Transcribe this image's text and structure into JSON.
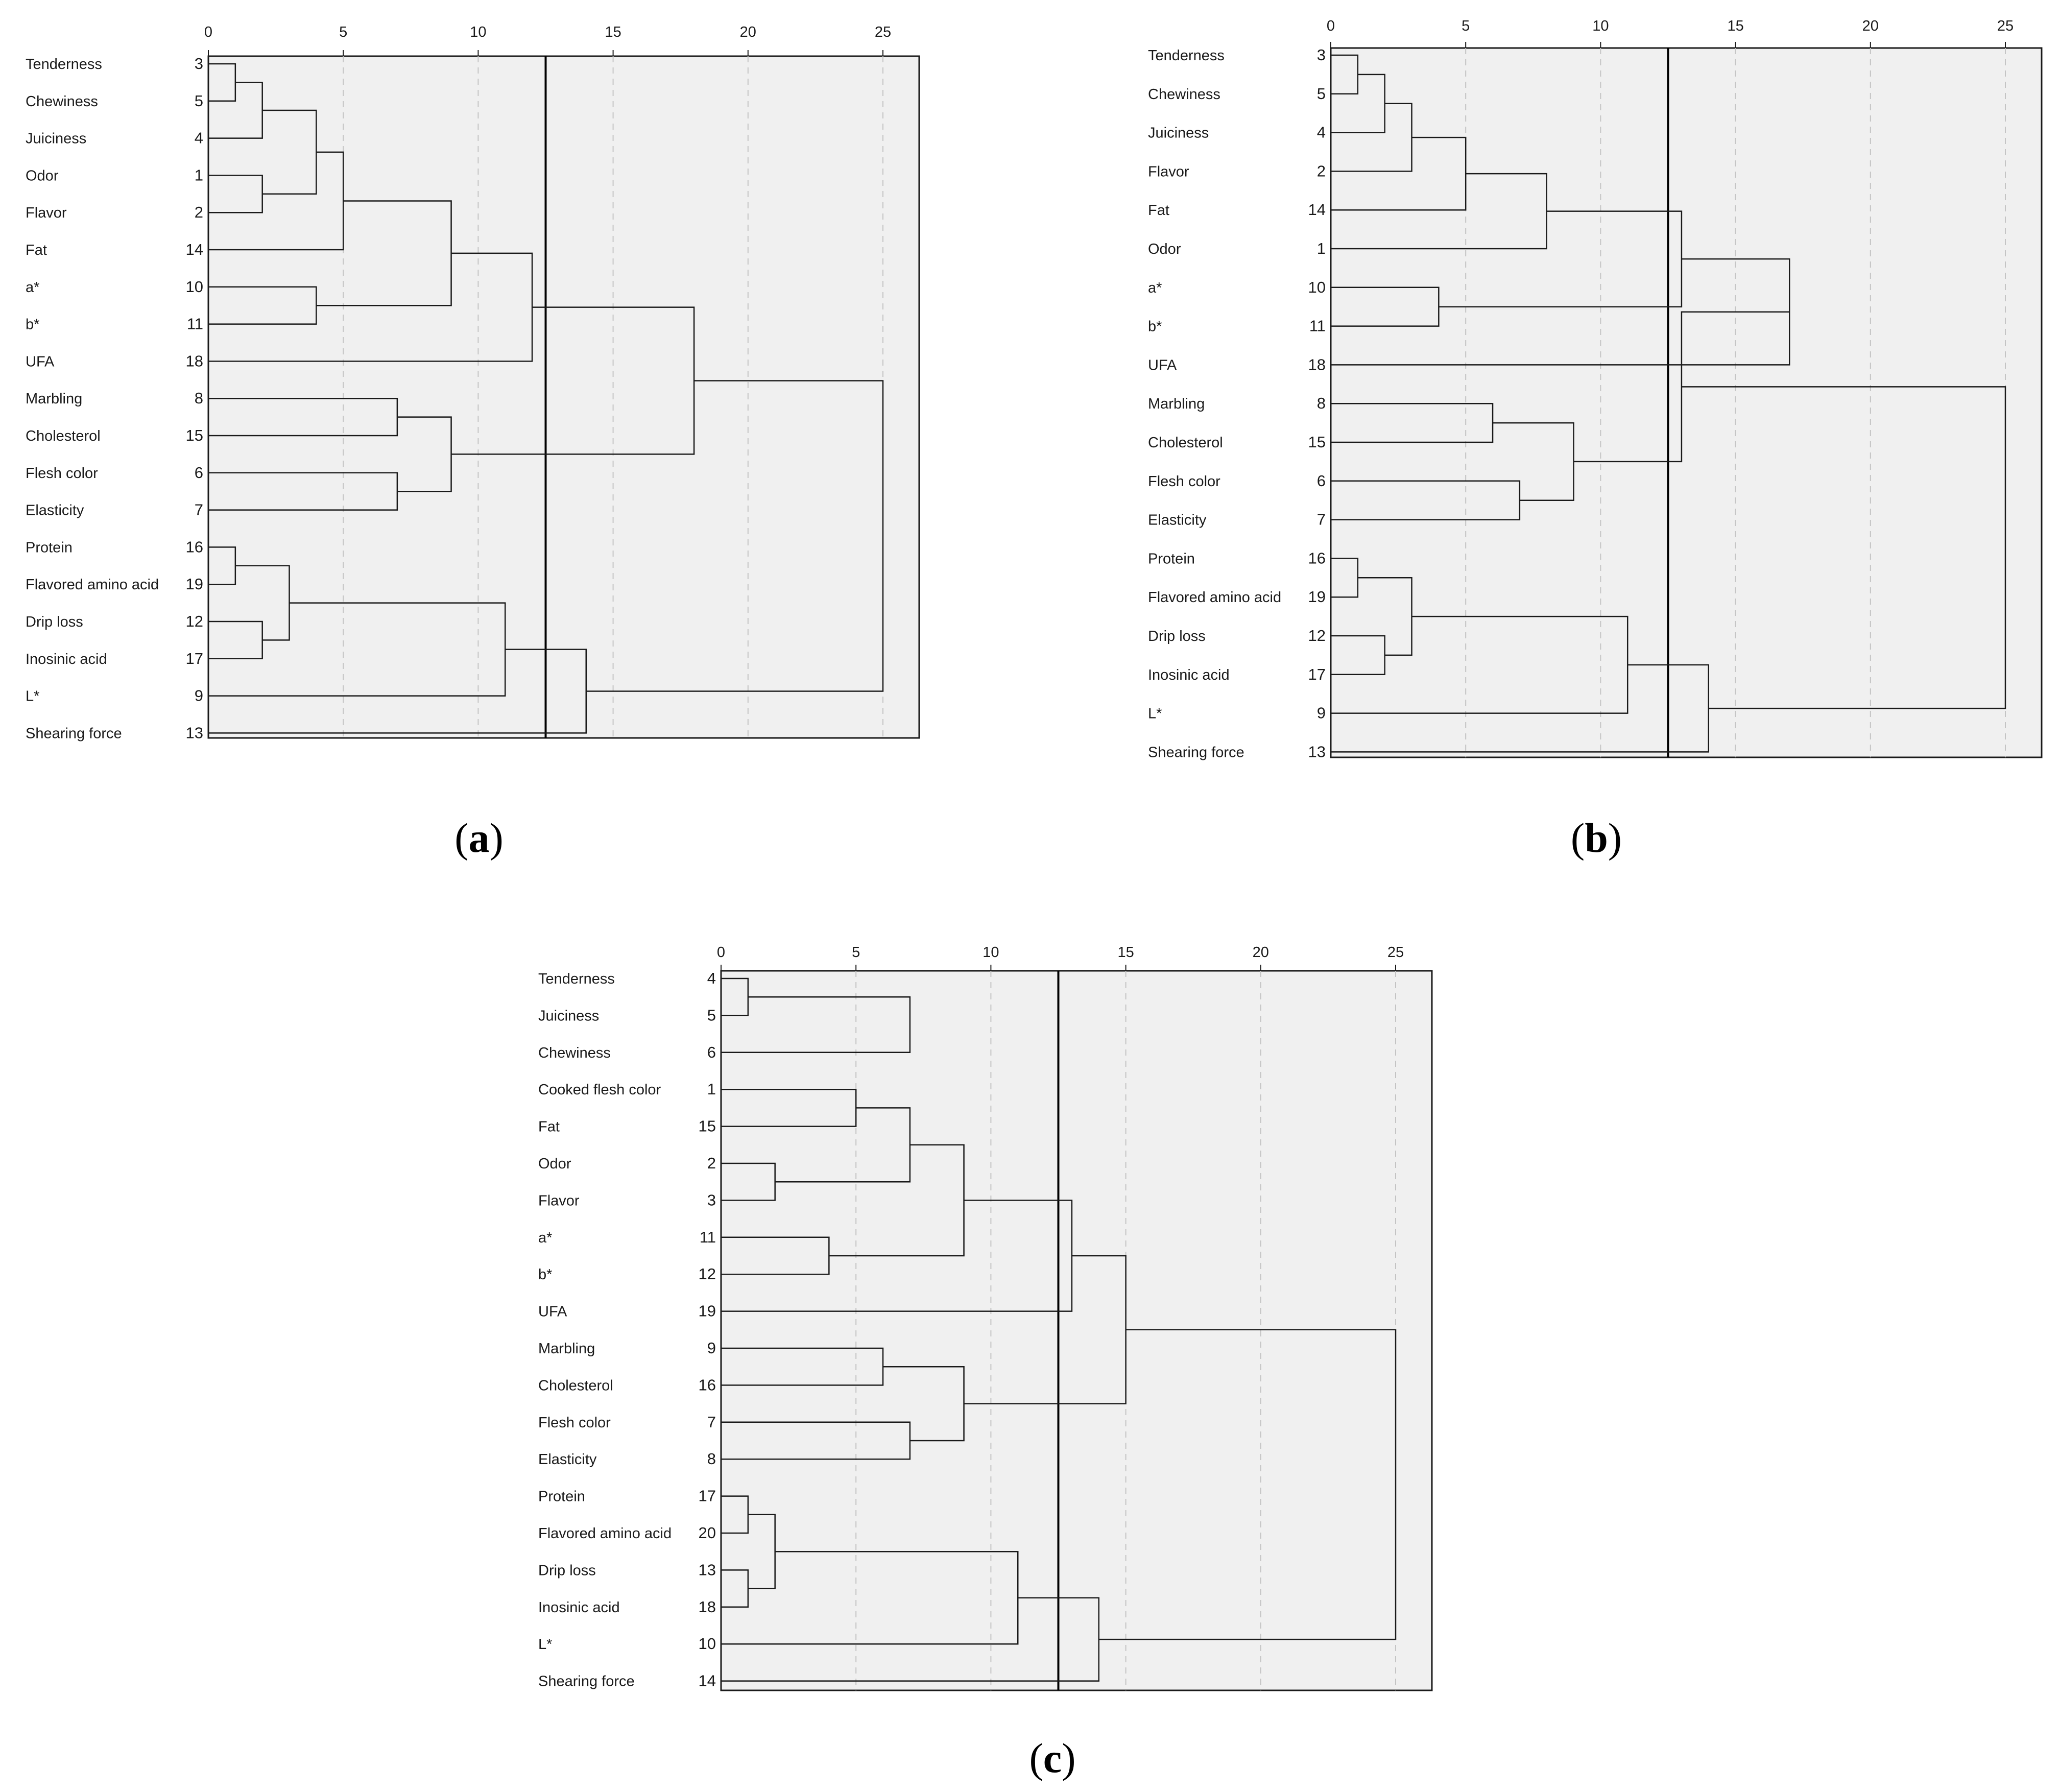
{
  "chart_data": [
    {
      "type": "dendrogram",
      "panel_label": "(a)",
      "panel_letter": "a",
      "x_ticks": [
        0,
        5,
        10,
        15,
        20,
        25
      ],
      "xlim": [
        0,
        26.3
      ],
      "cut_line": 12.5,
      "leaves": [
        {
          "label": "Tenderness",
          "id": "3"
        },
        {
          "label": "Chewiness",
          "id": "5"
        },
        {
          "label": "Juiciness",
          "id": "4"
        },
        {
          "label": "Odor",
          "id": "1"
        },
        {
          "label": "Flavor",
          "id": "2"
        },
        {
          "label": "Fat",
          "id": "14"
        },
        {
          "label": "a*",
          "id": "10"
        },
        {
          "label": "b*",
          "id": "11"
        },
        {
          "label": "UFA",
          "id": "18"
        },
        {
          "label": "Marbling",
          "id": "8"
        },
        {
          "label": "Cholesterol",
          "id": "15"
        },
        {
          "label": "Flesh color",
          "id": "6"
        },
        {
          "label": "Elasticity",
          "id": "7"
        },
        {
          "label": "Protein",
          "id": "16"
        },
        {
          "label": "Flavored amino acid",
          "id": "19"
        },
        {
          "label": "Drip loss",
          "id": "12"
        },
        {
          "label": "Inosinic acid",
          "id": "17"
        },
        {
          "label": "L*",
          "id": "9"
        },
        {
          "label": "Shearing force",
          "id": "13"
        }
      ],
      "merges": [
        [
          0,
          1,
          1
        ],
        [
          19,
          2,
          2
        ],
        [
          3,
          4,
          2
        ],
        [
          20,
          21,
          4
        ],
        [
          22,
          5,
          5
        ],
        [
          6,
          7,
          4
        ],
        [
          23,
          24,
          9
        ],
        [
          25,
          8,
          12
        ],
        [
          9,
          10,
          7
        ],
        [
          11,
          12,
          7
        ],
        [
          27,
          28,
          9
        ],
        [
          26,
          29,
          18
        ],
        [
          13,
          14,
          1
        ],
        [
          15,
          16,
          2
        ],
        [
          31,
          32,
          3
        ],
        [
          33,
          17,
          11
        ],
        [
          34,
          18,
          14
        ],
        [
          30,
          35,
          25
        ]
      ]
    },
    {
      "type": "dendrogram",
      "panel_label": "(b)",
      "panel_letter": "b",
      "x_ticks": [
        0,
        5,
        10,
        15,
        20,
        25
      ],
      "xlim": [
        0,
        26.3
      ],
      "cut_line": 12.5,
      "leaves": [
        {
          "label": "Tenderness",
          "id": "3"
        },
        {
          "label": "Chewiness",
          "id": "5"
        },
        {
          "label": "Juiciness",
          "id": "4"
        },
        {
          "label": "Flavor",
          "id": "2"
        },
        {
          "label": "Fat",
          "id": "14"
        },
        {
          "label": "Odor",
          "id": "1"
        },
        {
          "label": "a*",
          "id": "10"
        },
        {
          "label": "b*",
          "id": "11"
        },
        {
          "label": "UFA",
          "id": "18"
        },
        {
          "label": "Marbling",
          "id": "8"
        },
        {
          "label": "Cholesterol",
          "id": "15"
        },
        {
          "label": "Flesh color",
          "id": "6"
        },
        {
          "label": "Elasticity",
          "id": "7"
        },
        {
          "label": "Protein",
          "id": "16"
        },
        {
          "label": "Flavored amino acid",
          "id": "19"
        },
        {
          "label": "Drip loss",
          "id": "12"
        },
        {
          "label": "Inosinic acid",
          "id": "17"
        },
        {
          "label": "L*",
          "id": "9"
        },
        {
          "label": "Shearing force",
          "id": "13"
        }
      ],
      "merges": [
        [
          0,
          1,
          1
        ],
        [
          19,
          2,
          2
        ],
        [
          20,
          3,
          3
        ],
        [
          21,
          4,
          5
        ],
        [
          22,
          5,
          8
        ],
        [
          6,
          7,
          4
        ],
        [
          23,
          24,
          13
        ],
        [
          25,
          8,
          17
        ],
        [
          9,
          10,
          6
        ],
        [
          11,
          12,
          7
        ],
        [
          27,
          28,
          9
        ],
        [
          26,
          29,
          13
        ],
        [
          13,
          14,
          1
        ],
        [
          15,
          16,
          2
        ],
        [
          31,
          32,
          3
        ],
        [
          33,
          17,
          11
        ],
        [
          34,
          18,
          14
        ],
        [
          30,
          35,
          25
        ]
      ]
    },
    {
      "type": "dendrogram",
      "panel_label": "(c)",
      "panel_letter": "c",
      "x_ticks": [
        0,
        5,
        10,
        15,
        20,
        25
      ],
      "xlim": [
        0,
        26.3
      ],
      "cut_line": 12.5,
      "leaves": [
        {
          "label": "Tenderness",
          "id": "4"
        },
        {
          "label": "Juiciness",
          "id": "5"
        },
        {
          "label": "Chewiness",
          "id": "6"
        },
        {
          "label": "Cooked flesh color",
          "id": "1"
        },
        {
          "label": "Fat",
          "id": "15"
        },
        {
          "label": "Odor",
          "id": "2"
        },
        {
          "label": "Flavor",
          "id": "3"
        },
        {
          "label": "a*",
          "id": "11"
        },
        {
          "label": "b*",
          "id": "12"
        },
        {
          "label": "UFA",
          "id": "19"
        },
        {
          "label": "Marbling",
          "id": "9"
        },
        {
          "label": "Cholesterol",
          "id": "16"
        },
        {
          "label": "Flesh color",
          "id": "7"
        },
        {
          "label": "Elasticity",
          "id": "8"
        },
        {
          "label": "Protein",
          "id": "17"
        },
        {
          "label": "Flavored amino acid",
          "id": "20"
        },
        {
          "label": "Drip loss",
          "id": "13"
        },
        {
          "label": "Inosinic acid",
          "id": "18"
        },
        {
          "label": "L*",
          "id": "10"
        },
        {
          "label": "Shearing force",
          "id": "14"
        }
      ],
      "merges": [
        [
          0,
          1,
          1
        ],
        [
          3,
          4,
          5
        ],
        [
          5,
          6,
          2
        ],
        [
          20,
          2,
          7
        ],
        [
          22,
          21,
          7
        ],
        [
          7,
          8,
          4
        ],
        [
          24,
          25,
          9
        ],
        [
          26,
          9,
          13
        ],
        [
          10,
          11,
          6
        ],
        [
          12,
          13,
          7
        ],
        [
          28,
          29,
          9
        ],
        [
          27,
          30,
          15
        ],
        [
          14,
          15,
          1
        ],
        [
          16,
          17,
          1
        ],
        [
          32,
          33,
          2
        ],
        [
          34,
          18,
          11
        ],
        [
          35,
          19,
          14
        ],
        [
          31,
          36,
          25
        ]
      ]
    }
  ]
}
